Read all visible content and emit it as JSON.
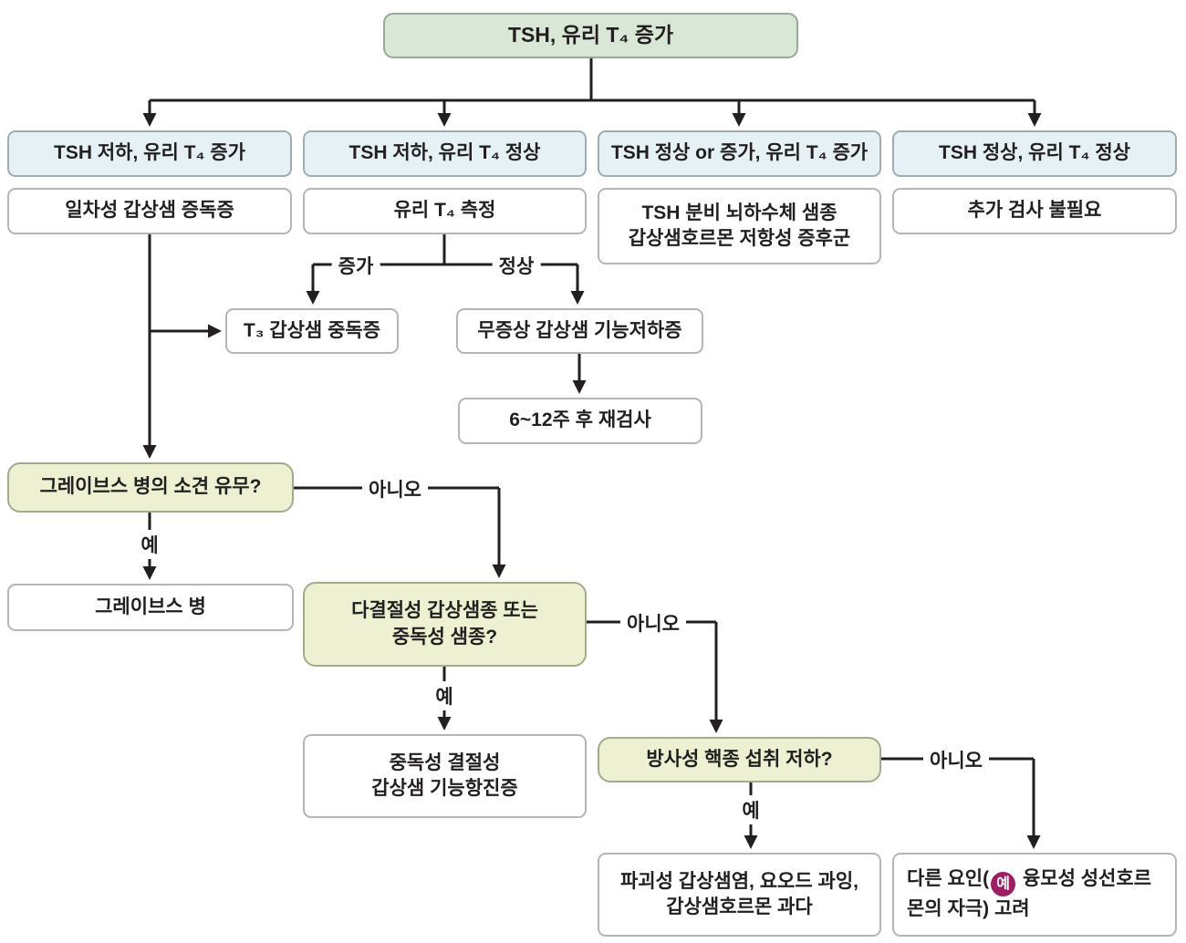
{
  "nodes": {
    "root": {
      "label": "TSH, 유리 T₄ 증가"
    },
    "branch1": {
      "condition": "TSH 저하, 유리 T₄ 증가",
      "result": "일차성 갑상샘 증독증"
    },
    "branch2": {
      "condition": "TSH 저하, 유리 T₄ 정상",
      "action": "유리 T₄ 측정"
    },
    "branch3": {
      "condition": "TSH 정상 or 증가, 유리 T₄ 증가",
      "result_line1": "TSH 분비 뇌하수체 샘종",
      "result_line2": "갑상샘호르몬 저항성 증후군"
    },
    "branch4": {
      "condition": "TSH 정상, 유리 T₄ 정상",
      "result": "추가 검사 불필요"
    },
    "t3_toxicosis": {
      "label": "T₃ 갑상샘 중독증"
    },
    "subclinical_hypothyroidism": {
      "label": "무증상 갑상샘 기능저하증"
    },
    "recheck": {
      "label": "6~12주 후 재검사"
    },
    "graves_question": {
      "label": "그레이브스 병의 소견 유무?"
    },
    "graves_disease": {
      "label": "그레이브스 병"
    },
    "nodular_question": {
      "line1": "다결절성 갑상샘종 또는",
      "line2": "중독성 샘종?"
    },
    "toxic_nodular": {
      "line1": "중독성 결절성",
      "line2": "갑상샘 기능항진증"
    },
    "uptake_question": {
      "label": "방사성 핵종 섭취 저하?"
    },
    "destructive": {
      "line1": "파괴성 갑상샘염, 요오드 과잉,",
      "line2": "갑상샘호르몬 과다"
    },
    "other_factors": {
      "part1": "다른 요인(",
      "badge": "예",
      "part2": " 융모성 성선호르",
      "part3": "몬의 자극) 고려"
    }
  },
  "edge_labels": {
    "increase": "증가",
    "normal": "정상",
    "yes": "예",
    "no": "아니오"
  },
  "colors": {
    "line": "#231f20",
    "root_box_bg": "#d9e8d6",
    "condition_box_bg": "#e5f1f5",
    "decision_box_bg": "#edf0d1",
    "plain_box_bg": "#ffffff",
    "badge_bg": "#9c1e63",
    "badge_fg": "#ffffff"
  }
}
